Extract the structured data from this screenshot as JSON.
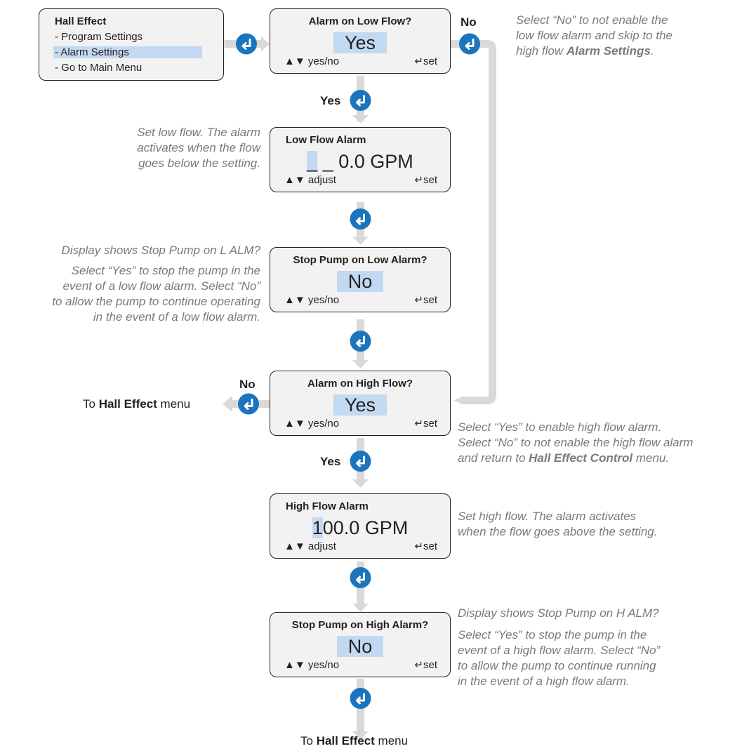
{
  "menu": {
    "title": "Hall Effect",
    "items": [
      "- Program Settings",
      "- Alarm Settings",
      "- Go to Main Menu"
    ],
    "selected_index": 1
  },
  "screens": {
    "alarm_low": {
      "title": "Alarm on Low Flow?",
      "value": "Yes",
      "left": "yes/no",
      "right": "set"
    },
    "low_flow": {
      "title": "Low Flow Alarm",
      "cursor": "_",
      "value_rest": " _ 0.0 GPM",
      "left": "adjust",
      "right": "set"
    },
    "stop_low": {
      "title": "Stop Pump on Low Alarm?",
      "value": "No",
      "left": "yes/no",
      "right": "set"
    },
    "alarm_high": {
      "title": "Alarm on High Flow?",
      "value": "Yes",
      "left": "yes/no",
      "right": "set"
    },
    "high_flow": {
      "title": "High Flow Alarm",
      "cursor": "1",
      "value_rest": "00.0 GPM",
      "left": "adjust",
      "right": "set"
    },
    "stop_high": {
      "title": "Stop Pump on High Alarm?",
      "value": "No",
      "left": "yes/no",
      "right": "set"
    }
  },
  "glyphs": {
    "updown": "▲▼",
    "enter": "↵"
  },
  "branch_labels": {
    "no_top": "No",
    "yes_1": "Yes",
    "no_high": "No",
    "yes_2": "Yes"
  },
  "notes": {
    "skip_low": [
      "Select “No” to not enable the",
      "low flow alarm and skip to the",
      "high flow "
    ],
    "skip_low_bold": "Alarm Settings",
    "skip_low_end": ".",
    "set_low": [
      "Set low flow. The alarm",
      "activates when the flow",
      "goes below the setting."
    ],
    "stop_low_display": "Display shows Stop Pump on L ALM?",
    "stop_low_desc": [
      "Select “Yes” to stop the pump in the",
      "event of a low flow alarm. Select “No”",
      "to allow the pump to continue operating",
      "in the event of a low flow alarm."
    ],
    "high_enable": [
      "Select “Yes” to enable high flow alarm.",
      "Select “No” to not enable the high flow alarm",
      "and return to "
    ],
    "high_enable_bold": "Hall Effect Control",
    "high_enable_end": " menu.",
    "set_high": [
      "Set high flow. The alarm activates",
      "when the flow goes above the setting."
    ],
    "stop_high_display": "Display shows Stop Pump on H ALM?",
    "stop_high_desc": [
      "Select “Yes” to stop the pump in the",
      "event of a high flow alarm. Select “No”",
      "to allow the pump to continue running",
      "in the event of a high flow alarm."
    ]
  },
  "destinations": {
    "left": {
      "prefix": "To ",
      "bold": "Hall Effect",
      "suffix": " menu"
    },
    "bottom": {
      "prefix": "To ",
      "bold": "Hall Effect",
      "suffix": " menu"
    }
  },
  "colors": {
    "arrow": "#d9d9d9",
    "enter_button": "#1c75bc",
    "highlight": "#c3d9f1"
  }
}
